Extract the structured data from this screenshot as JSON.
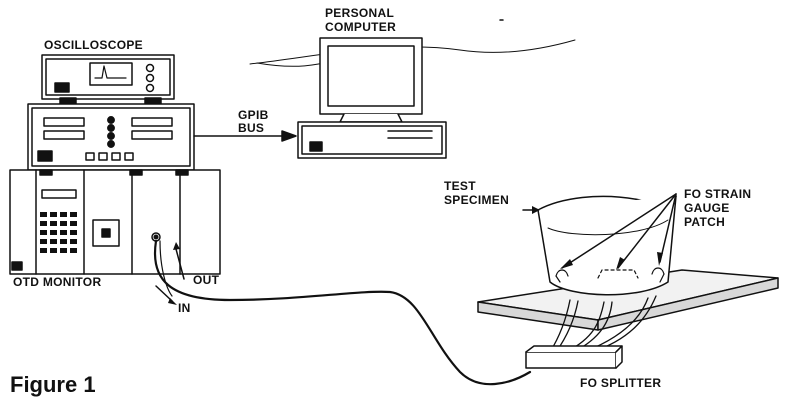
{
  "labels": {
    "oscilloscope": "OSCILLOSCOPE",
    "personal_computer_line1": "PERSONAL",
    "personal_computer_line2": "COMPUTER",
    "gpib_line1": "GPIB",
    "gpib_line2": "BUS",
    "otd_monitor": "OTD MONITOR",
    "out": "OUT",
    "in": "IN",
    "test_specimen_line1": "TEST",
    "test_specimen_line2": "SPECIMEN",
    "fo_strain_line1": "FO STRAIN",
    "fo_strain_line2": "GAUGE",
    "fo_strain_line3": "PATCH",
    "fo_splitter": "FO SPLITTER"
  },
  "caption": "Figure 1",
  "colors": {
    "ink": "#111111",
    "panel_fill": "#ffffff",
    "table_top": "#f2f2f2",
    "table_side": "#d8d8d8",
    "dark_block": "#111111"
  }
}
